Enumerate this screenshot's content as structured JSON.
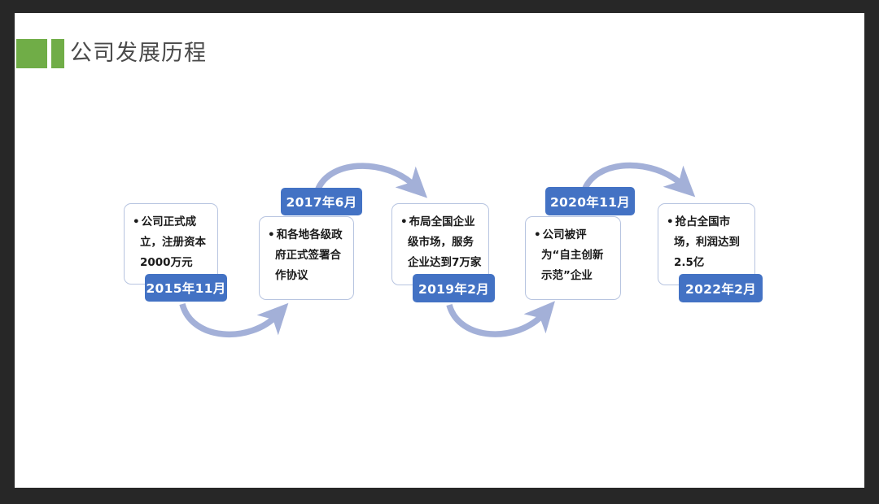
{
  "slide": {
    "title": "公司发展历程",
    "accent_color": "#70AD47",
    "badge_color": "#4372C4",
    "arrow_color": "#a3b0d8",
    "card_border_color": "#b7c4e0",
    "background": "#ffffff",
    "frame_color": "#272727"
  },
  "timeline": {
    "steps": [
      {
        "id": 1,
        "text": "公司正式成立，注册资本2000万元",
        "date": "2015年11月",
        "badge_position": "bottom"
      },
      {
        "id": 2,
        "text": "和各地各级政府正式签署合作协议",
        "date": "2017年6月",
        "badge_position": "top"
      },
      {
        "id": 3,
        "text": "布局全国企业级市场，服务企业达到7万家",
        "date": "2019年2月",
        "badge_position": "bottom"
      },
      {
        "id": 4,
        "text": "公司被评为“自主创新示范”企业",
        "date": "2020年11月",
        "badge_position": "top"
      },
      {
        "id": 5,
        "text": "抢占全国市场，利润达到2.5亿",
        "date": "2022年2月",
        "badge_position": "bottom"
      }
    ],
    "connectors": [
      {
        "id": "arc-1-2",
        "direction": "up-arc",
        "from_step": 1,
        "to_step": 2
      },
      {
        "id": "arc-2-3",
        "direction": "down-arc",
        "from_step": 2,
        "to_step": 3
      },
      {
        "id": "arc-3-4",
        "direction": "up-arc",
        "from_step": 3,
        "to_step": 4
      },
      {
        "id": "arc-4-5",
        "direction": "down-arc",
        "from_step": 4,
        "to_step": 5
      }
    ]
  }
}
